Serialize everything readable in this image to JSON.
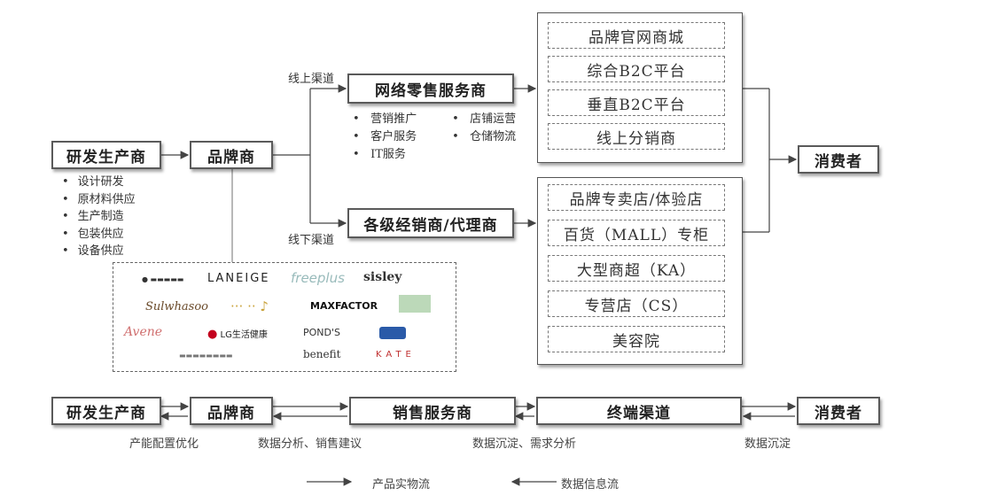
{
  "top": {
    "manufacturer": "研发生产商",
    "manufacturer_items": [
      "设计研发",
      "原材料供应",
      "生产制造",
      "包装供应",
      "设备供应"
    ],
    "brand": "品牌商",
    "online_label": "线上渠道",
    "offline_label": "线下渠道",
    "online_service": "网络零售服务商",
    "online_service_items": [
      [
        "营销推广",
        "店铺运营"
      ],
      [
        "客户服务",
        "仓储物流"
      ],
      [
        "IT服务",
        ""
      ]
    ],
    "offline_service": "各级经销商/代理商",
    "online_channels": [
      "品牌官网商城",
      "综合B2C平台",
      "垂直B2C平台",
      "线上分销商"
    ],
    "offline_channels": [
      "品牌专卖店/体验店",
      "百货（MALL）专柜",
      "大型商超（KA）",
      "专营店（CS）",
      "美容院"
    ],
    "consumer": "消费者",
    "logos": [
      "LANEIGE",
      "freeplus",
      "sisley",
      "Sulwhasoo",
      "MAXFACTOR",
      "LG生活健康",
      "POND'S",
      "benefit",
      "KATE",
      "Avene"
    ]
  },
  "bottom": {
    "nodes": [
      "研发生产商",
      "品牌商",
      "销售服务商",
      "终端渠道",
      "消费者"
    ],
    "feedback": [
      "产能配置优化",
      "数据分析、销售建议",
      "数据沉淀、需求分析",
      "数据沉淀"
    ],
    "legend_physical": "产品实物流",
    "legend_info": "数据信息流"
  },
  "colors": {
    "line": "#444444",
    "border": "#5a5a5a"
  }
}
